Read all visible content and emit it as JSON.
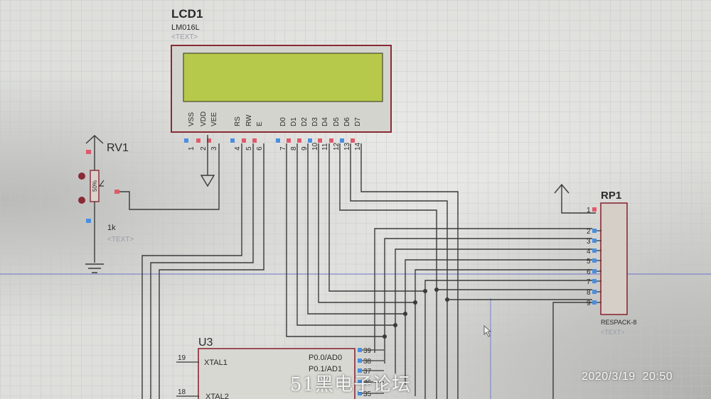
{
  "lcd": {
    "ref": "LCD1",
    "model": "LM016L",
    "text_placeholder": "<TEXT>",
    "pin_names": [
      "VSS",
      "VDD",
      "VEE",
      "RS",
      "RW",
      "E",
      "D0",
      "D1",
      "D2",
      "D3",
      "D4",
      "D5",
      "D6",
      "D7"
    ],
    "pin_numbers": [
      "1",
      "2",
      "3",
      "4",
      "5",
      "6",
      "7",
      "8",
      "9",
      "10",
      "11",
      "12",
      "13",
      "14"
    ]
  },
  "rv1": {
    "ref": "RV1",
    "value": "1k",
    "text_placeholder": "<TEXT>",
    "body_text": "50%"
  },
  "rp1": {
    "ref": "RP1",
    "model": "RESPACK-8",
    "text_placeholder": "<TEXT>",
    "pin_numbers": [
      "1",
      "2",
      "3",
      "4",
      "5",
      "6",
      "7",
      "8",
      "9"
    ]
  },
  "u3": {
    "ref": "U3",
    "left_pins": [
      {
        "num": "19",
        "name": "XTAL1"
      },
      {
        "num": "18",
        "name": "XTAL2"
      }
    ],
    "right_pins": [
      {
        "num": "39",
        "name": "P0.0/AD0"
      },
      {
        "num": "38",
        "name": "P0.1/AD1"
      }
    ],
    "extra_pin_numbers": [
      "37",
      "36",
      "35"
    ]
  },
  "overlay": {
    "watermark": "51黑电子论坛",
    "date": "2020/3/19",
    "time": "20:50"
  },
  "colors": {
    "wire": "#3a3a3a",
    "component_outline": "#8a2a35",
    "lcd_screen": "#b6c94a",
    "pin_red": "#e05a6a",
    "pin_blue": "#4a8ee0",
    "grid": "#b9bcbc",
    "guide_line": "#5560c8"
  }
}
